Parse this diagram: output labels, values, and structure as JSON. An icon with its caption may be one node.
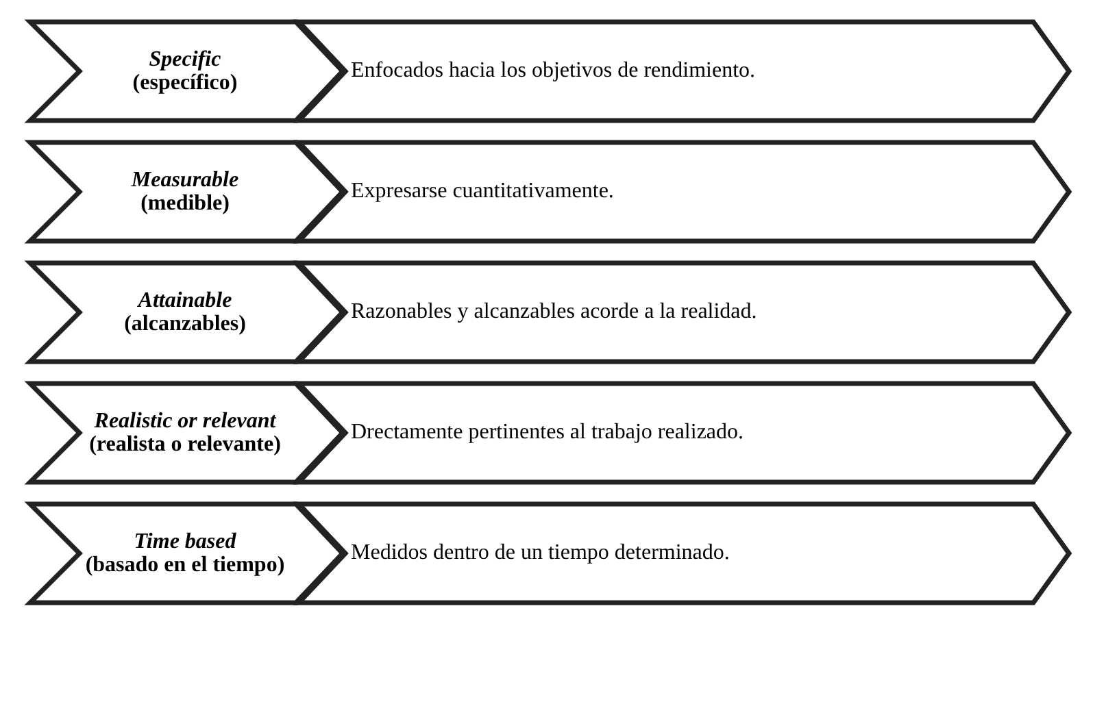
{
  "diagram": {
    "nodes": [
      {
        "text": [
          "Specific",
          "(específico)"
        ]
      },
      {
        "text": [
          "Enfocados hacia los objetivos de rendimiento."
        ]
      },
      {
        "text": [
          "Measurable",
          "(medible)"
        ]
      },
      {
        "text": [
          "Expresarse cuantitativamente."
        ]
      },
      {
        "text": [
          "Attainable",
          "(alcanzables)"
        ]
      },
      {
        "text": [
          "Razonables y alcanzables acorde a la realidad."
        ]
      },
      {
        "text": [
          "Realistic or relevant",
          "(realista o relevante)"
        ]
      },
      {
        "text": [
          "Drectamente pertinentes al trabajo realizado."
        ]
      },
      {
        "text": [
          "Time based",
          "(basado en el tiempo)"
        ]
      },
      {
        "text": [
          "Medidos dentro de un tiempo determinado."
        ]
      }
    ]
  }
}
